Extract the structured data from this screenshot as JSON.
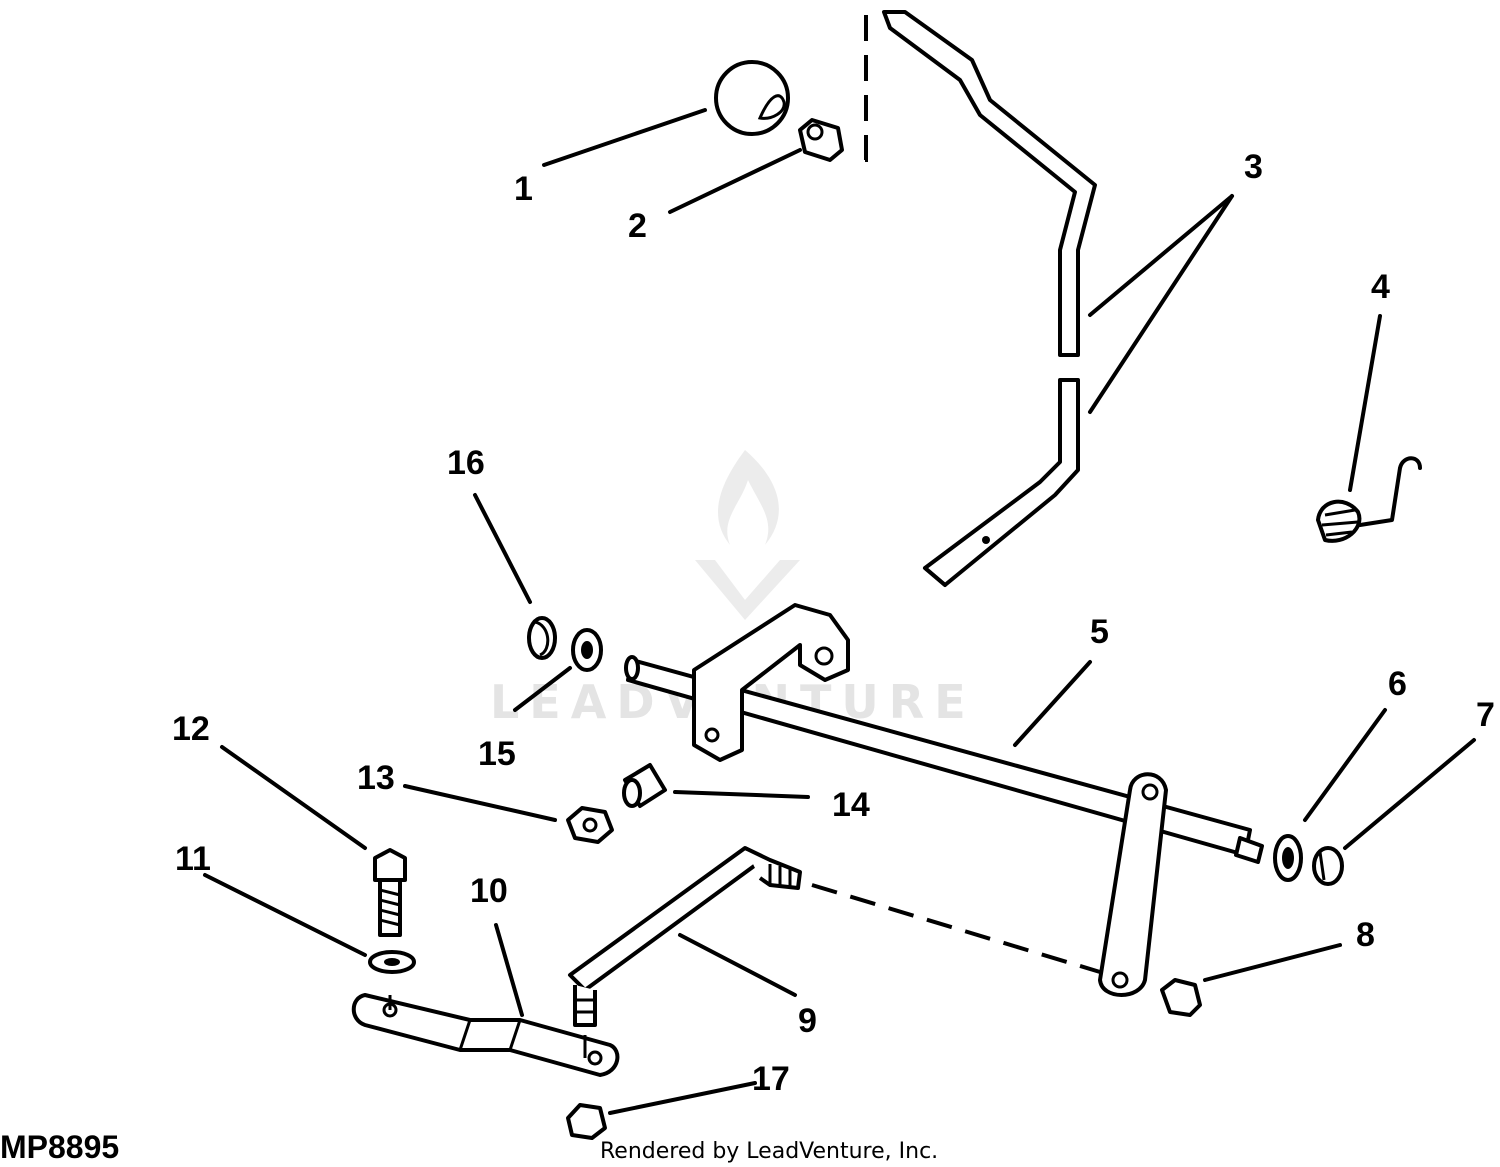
{
  "diagram": {
    "figure_code": "MP8895",
    "credit": "Rendered by LeadVenture, Inc.",
    "watermark": "LEADVENTURE",
    "callouts": [
      {
        "id": "1",
        "label": "1"
      },
      {
        "id": "2",
        "label": "2"
      },
      {
        "id": "3",
        "label": "3"
      },
      {
        "id": "4",
        "label": "4"
      },
      {
        "id": "5",
        "label": "5"
      },
      {
        "id": "6",
        "label": "6"
      },
      {
        "id": "7",
        "label": "7"
      },
      {
        "id": "8",
        "label": "8"
      },
      {
        "id": "9",
        "label": "9"
      },
      {
        "id": "10",
        "label": "10"
      },
      {
        "id": "11",
        "label": "11"
      },
      {
        "id": "12",
        "label": "12"
      },
      {
        "id": "13",
        "label": "13"
      },
      {
        "id": "14",
        "label": "14"
      },
      {
        "id": "15",
        "label": "15"
      },
      {
        "id": "16",
        "label": "16"
      },
      {
        "id": "17",
        "label": "17"
      }
    ]
  }
}
